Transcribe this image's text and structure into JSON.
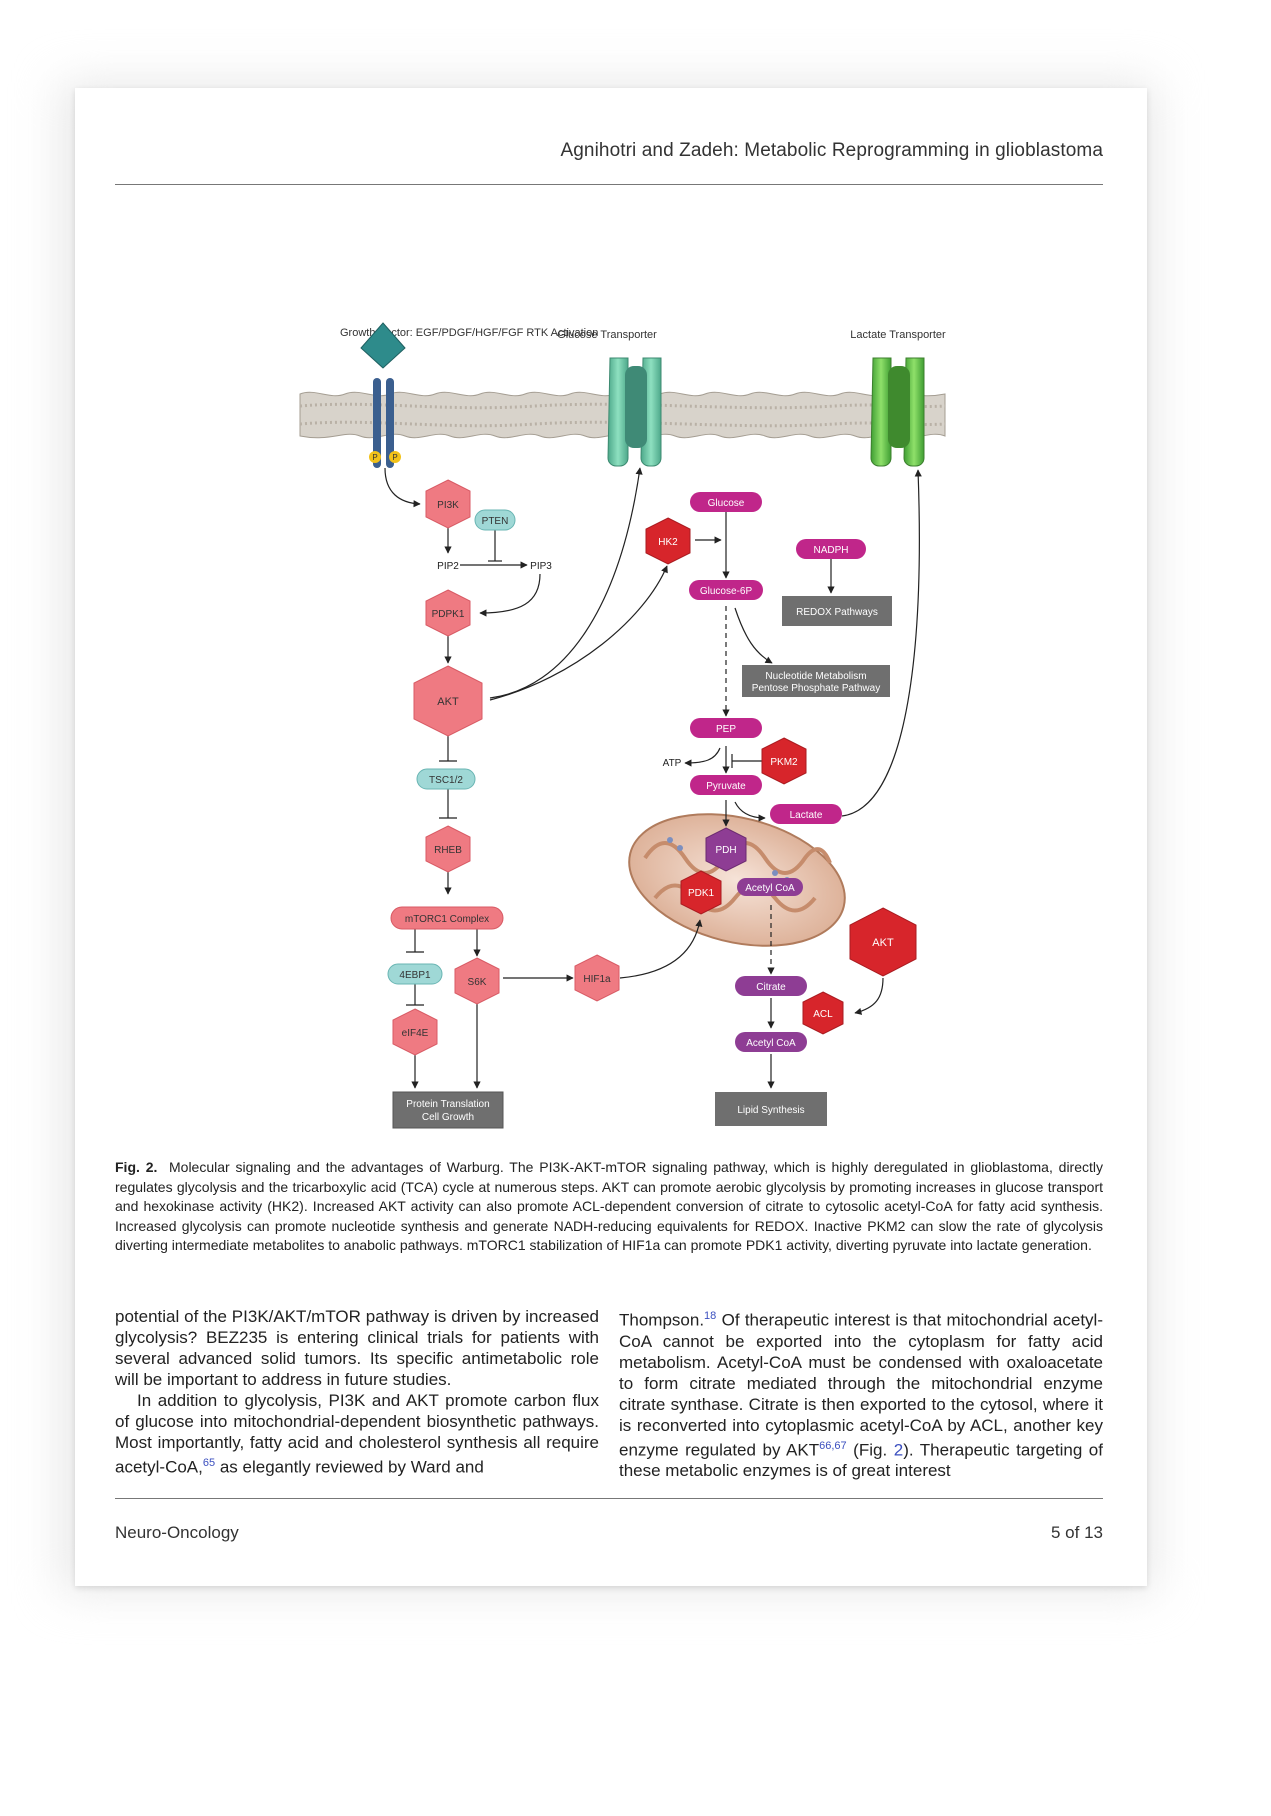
{
  "header": {
    "running_title": "Agnihotri and Zadeh: Metabolic Reprogramming in glioblastoma"
  },
  "figure": {
    "titles": {
      "growth_factor": "Growth Factor: EGF/PDGF/HGF/FGF RTK Activation",
      "glucose_transporter": "Glucose Transporter",
      "lactate_transporter": "Lactate Transporter"
    },
    "phospho": "P",
    "nodes": {
      "pi3k": "PI3K",
      "pten": "PTEN",
      "pip2": "PIP2",
      "pip3": "PIP3",
      "pdpk1": "PDPK1",
      "akt": "AKT",
      "tsc": "TSC1/2",
      "rheb": "RHEB",
      "mtorc1": "mTORC1 Complex",
      "ebp1": "4EBP1",
      "s6k": "S6K",
      "eif4e": "eIF4E",
      "hif1a": "HIF1a",
      "protein_line1": "Protein Translation",
      "protein_line2": "Cell Growth",
      "glucose": "Glucose",
      "hk2": "HK2",
      "glucose6p": "Glucose-6P",
      "nadph": "NADPH",
      "redox": "REDOX Pathways",
      "nucleotide_line1": "Nucleotide Metabolism",
      "nucleotide_line2": "Pentose Phosphate Pathway",
      "pep": "PEP",
      "atp": "ATP",
      "pkm2": "PKM2",
      "pyruvate": "Pyruvate",
      "lactate": "Lactate",
      "pdh": "PDH",
      "pdk1": "PDK1",
      "acetylcoa_mito": "Acetyl CoA",
      "akt2": "AKT",
      "citrate": "Citrate",
      "acl": "ACL",
      "acetylcoa": "Acetyl CoA",
      "lipid": "Lipid Synthesis"
    },
    "colors": {
      "pink_hex": "#ef7a82",
      "red_hex": "#d7252b",
      "teal_pill": "#9fd8d6",
      "magenta_pill": "#c0268a",
      "purple_pill": "#8e3d94",
      "gray_box": "#6f6f6f"
    }
  },
  "caption": {
    "label": "Fig. 2.",
    "text": "Molecular signaling and the advantages of Warburg. The PI3K-AKT-mTOR signaling pathway, which is highly deregulated in glioblastoma, directly regulates glycolysis and the tricarboxylic acid (TCA) cycle at numerous steps. AKT can promote aerobic glycolysis by promoting increases in glucose transport and hexokinase activity (HK2). Increased AKT activity can also promote ACL-dependent conversion of citrate to cytosolic acetyl-CoA for fatty acid synthesis. Increased glycolysis can promote nucleotide synthesis and generate NADH-reducing equivalents for REDOX. Inactive PKM2 can slow the rate of glycolysis diverting intermediate metabolites to anabolic pathways. mTORC1 stabilization of HIF1a can promote PDK1 activity, diverting pyruvate into lactate generation."
  },
  "body": {
    "left_p1": "potential of the PI3K/AKT/mTOR pathway is driven by increased glycolysis? BEZ235 is entering clinical trials for patients with several advanced solid tumors. Its specific antimetabolic role will be important to address in future studies.",
    "left_p2a": "In addition to glycolysis, PI3K and AKT promote carbon flux of glucose into mitochondrial-dependent biosynthetic pathways. Most importantly, fatty acid and cholesterol synthesis all require acetyl-CoA,",
    "left_p2_ref": "65",
    "left_p2b": " as elegantly reviewed by Ward and",
    "right_a": "Thompson.",
    "right_ref1": "18",
    "right_b": " Of therapeutic interest is that mitochondrial acetyl-CoA cannot be exported into the cytoplasm for fatty acid metabolism. Acetyl-CoA must be condensed with oxaloacetate to form citrate mediated through the mitochondrial enzyme citrate synthase. Citrate is then exported to the cytosol, where it is reconverted into cytoplasmic acetyl-CoA by ACL, another key enzyme regulated by AKT",
    "right_ref2": "66,67",
    "right_c": " (Fig. ",
    "right_figref": "2",
    "right_d": "). Therapeutic targeting of these metabolic enzymes is of great interest"
  },
  "footer": {
    "journal": "Neuro-Oncology",
    "page": "5 of 13"
  }
}
